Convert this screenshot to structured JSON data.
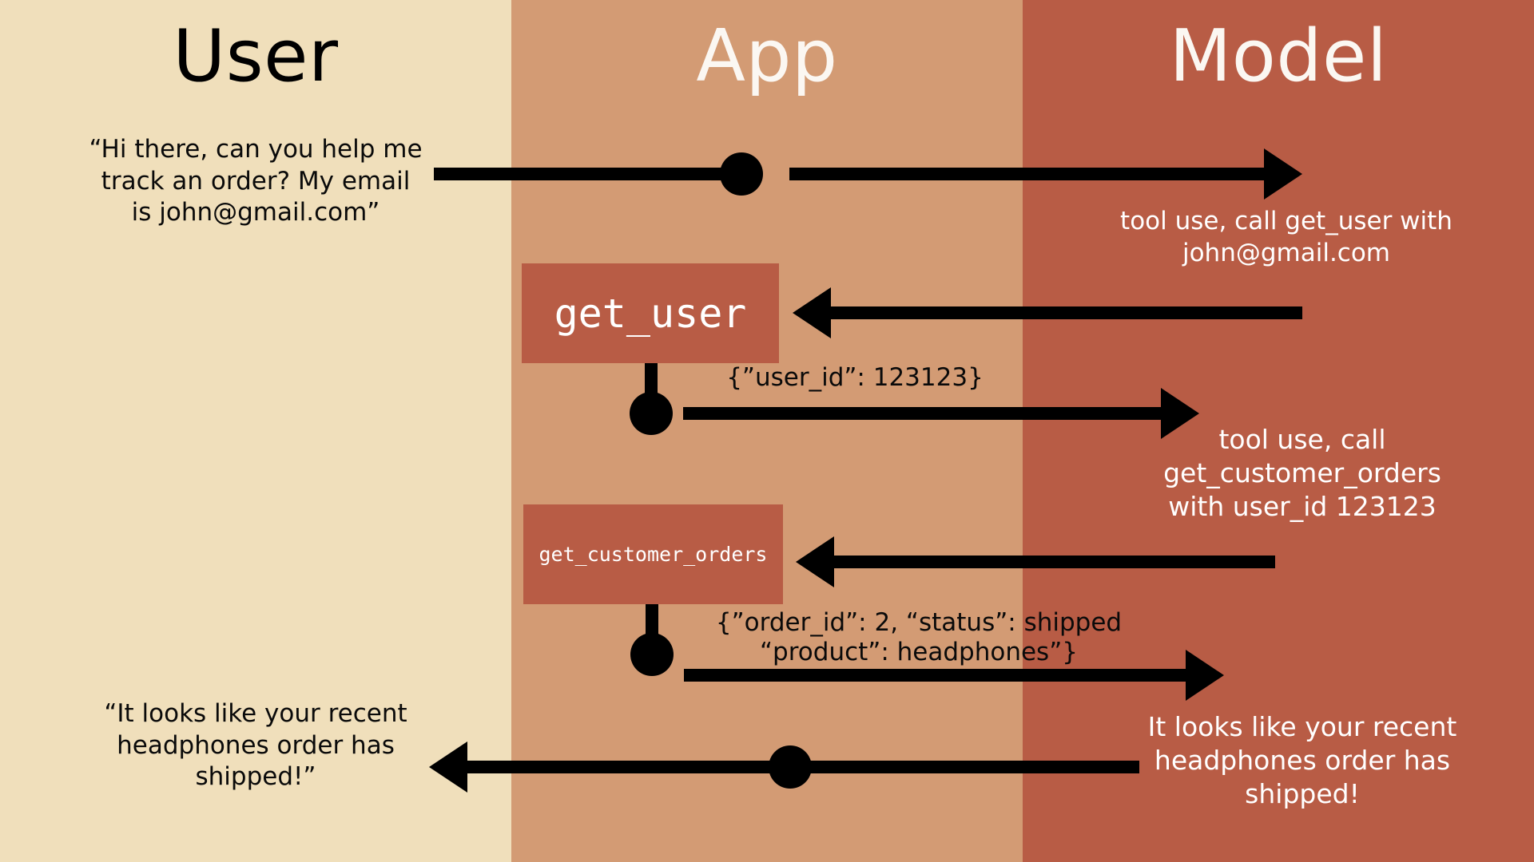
{
  "lanes": [
    {
      "id": "user",
      "title": "User",
      "color": "#f0dfbb"
    },
    {
      "id": "app",
      "title": "App",
      "color": "#d39b74"
    },
    {
      "id": "model",
      "title": "Model",
      "color": "#b85c45"
    }
  ],
  "colors": {
    "user_lane": "#f0dfbb",
    "app_lane": "#d39b74",
    "model_lane": "#b85c45",
    "tool_box": "#b85c45",
    "connector": "#000000",
    "light_text": "#ffffff",
    "dark_text": "#0a0a0a"
  },
  "messages": {
    "user_request": "“Hi there, can you help me\ntrack an order? My email\nis john@gmail.com”",
    "model_tool_call_1": "tool use, call get_user with\njohn@gmail.com",
    "model_tool_call_2": "tool use, call\nget_customer_orders\nwith user_id 123123",
    "model_final": "It looks like your recent\nheadphones order has\nshipped!",
    "user_final": "“It looks like your recent\nheadphones order has\nshipped!”"
  },
  "tool_boxes": [
    {
      "id": "get-user",
      "label": "get_user"
    },
    {
      "id": "get-customer-orders",
      "label": "get_customer_orders"
    }
  ],
  "payloads": {
    "user_id_result": "{”user_id”: 123123}",
    "order_result": "{”order_id”: 2, “status”: shipped\n“product”: headphones”}"
  },
  "chart_data": {
    "type": "diagram",
    "title": "Tool-use sequence diagram",
    "columns": [
      "User",
      "App",
      "Model"
    ],
    "steps": [
      {
        "n": 1,
        "from": "User",
        "to": "Model",
        "direction": "right",
        "label": "“Hi there, can you help me track an order? My email is john@gmail.com”"
      },
      {
        "n": 2,
        "from": "Model",
        "to": "App",
        "direction": "left",
        "label": "tool use, call get_user with john@gmail.com"
      },
      {
        "n": 3,
        "from": "App",
        "to": "Model",
        "direction": "right",
        "label": "{”user_id”: 123123}"
      },
      {
        "n": 4,
        "from": "Model",
        "to": "App",
        "direction": "left",
        "label": "tool use, call get_customer_orders with user_id 123123"
      },
      {
        "n": 5,
        "from": "App",
        "to": "Model",
        "direction": "right",
        "label": "{”order_id”: 2, “status”: shipped “product”: headphones”}"
      },
      {
        "n": 6,
        "from": "Model",
        "to": "User",
        "direction": "left",
        "label": "It looks like your recent headphones order has shipped!"
      }
    ]
  }
}
